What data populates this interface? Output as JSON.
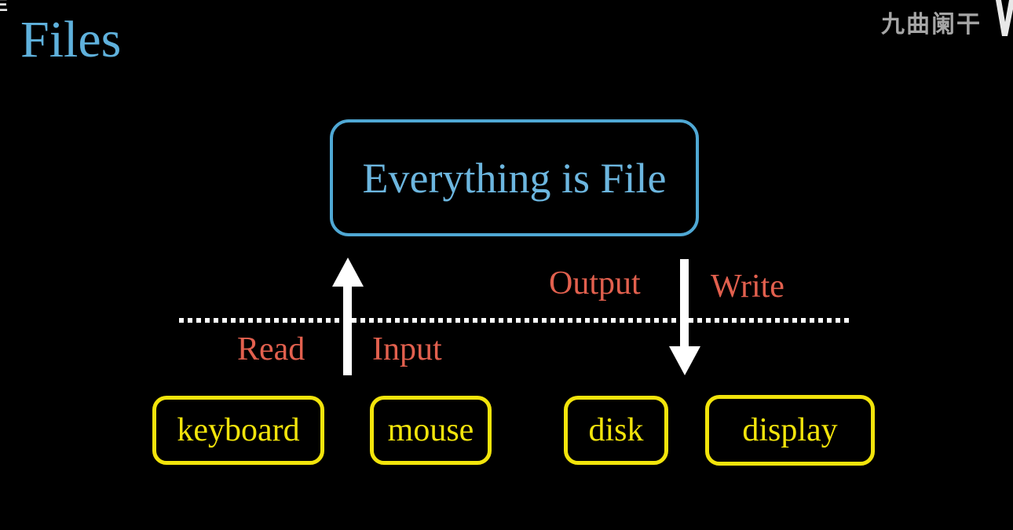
{
  "page": {
    "title": "Files"
  },
  "watermark": {
    "text": "九曲阑干",
    "corner_glyph": "E"
  },
  "diagram": {
    "main_box": {
      "label": "Everything is File"
    },
    "flow_labels": {
      "read": "Read",
      "input": "Input",
      "output": "Output",
      "write": "Write"
    },
    "devices": [
      {
        "label": "keyboard"
      },
      {
        "label": "mouse"
      },
      {
        "label": "disk"
      },
      {
        "label": "display"
      }
    ],
    "colors": {
      "background": "#000000",
      "accent_blue": "#5BAFD9",
      "accent_red": "#E2604E",
      "accent_yellow": "#F2E40B",
      "line_white": "#FFFFFF",
      "watermark_gray": "#A6A6A6"
    }
  }
}
